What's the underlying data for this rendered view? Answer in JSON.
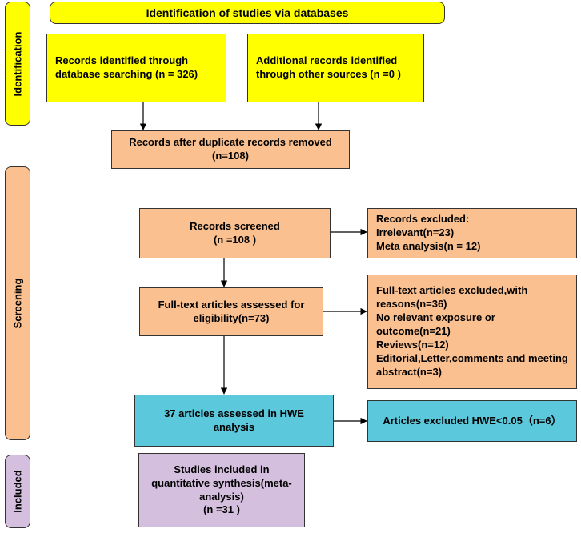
{
  "sidebar": {
    "identification": "Identification",
    "screening": "Screening",
    "included": "Included"
  },
  "header": {
    "title": "Identification of studies via databases"
  },
  "boxes": {
    "database_records": [
      "Records identified through",
      "database searching (n = 326)"
    ],
    "other_records": [
      "Additional records identified",
      "through other sources (n =0 )"
    ],
    "after_duplicates": [
      "Records after duplicate records removed",
      "(n=108)"
    ],
    "screened": [
      "Records screened",
      "(n =108 )"
    ],
    "excluded": [
      "Records excluded:",
      "Irrelevant(n=23)",
      "Meta analysis(n = 12)"
    ],
    "fulltext": [
      "Full-text articles assessed for",
      "eligibility(n=73)"
    ],
    "fulltext_excluded": [
      "Full-text articles excluded,with",
      "reasons(n=36)",
      "No relevant exposure or",
      "outcome(n=21)",
      "Reviews(n=12)",
      "Editorial,Letter,comments and meeting",
      "abstract(n=3)"
    ],
    "hwe_assessed": [
      "37 articles assessed in HWE",
      "analysis"
    ],
    "hwe_excluded": [
      "Articles excluded HWE<0.05（n=6）"
    ],
    "included": [
      "Studies included in",
      "quantitative synthesis(meta-",
      "analysis)",
      "(n =31 )"
    ]
  },
  "colors": {
    "identification": "#ffff00",
    "screening": "#fac090",
    "hwe": "#5bc8dc",
    "included": "#d5bfde"
  }
}
